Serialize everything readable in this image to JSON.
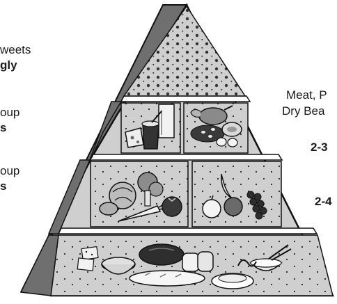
{
  "colors": {
    "pyramid_face": "#cfcfcf",
    "pyramid_side": "#6f6f6f",
    "pyramid_outline": "#111111",
    "tier_panel": "#c8c8c8"
  },
  "labels": {
    "left_top": "weets",
    "left_top_bold": "gly",
    "left_mid": "oup",
    "left_mid_bold": "s",
    "left_low": "oup",
    "left_low_bold": "s",
    "right_meat_1": "Meat, P",
    "right_meat_2": "Dry Bea",
    "right_serv_1": "2-3",
    "right_serv_2": "2-4"
  }
}
